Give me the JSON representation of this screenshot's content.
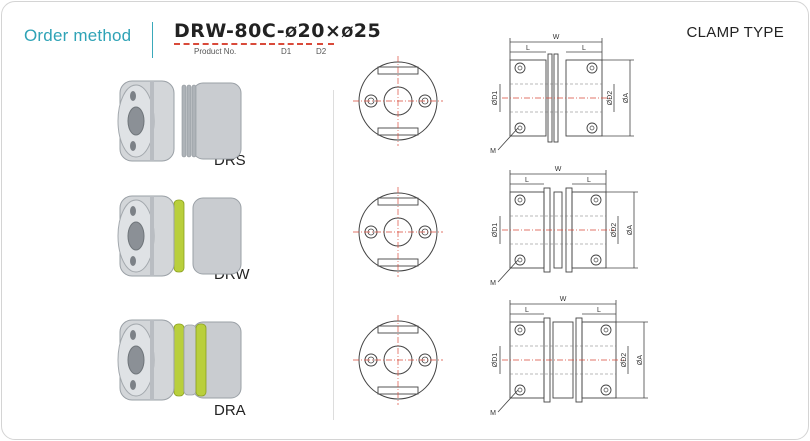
{
  "header": {
    "order_method": "Order method",
    "code_model": "DRW-80C-",
    "code_d1_sym": "Ø",
    "code_d1": "20",
    "code_x": "×",
    "code_d2_sym": "Ø",
    "code_d2": "25",
    "caption_product": "Product No.",
    "caption_d1": "D1",
    "caption_d2": "D2",
    "type_title": "CLAMP TYPE"
  },
  "models": [
    {
      "name": "DRS"
    },
    {
      "name": "DRW"
    },
    {
      "name": "DRA"
    }
  ],
  "drawing_labels": {
    "w": "W",
    "l": "L",
    "od1": "ØD1",
    "od2": "ØD2",
    "oa": "ØA",
    "m": "M"
  },
  "colors": {
    "accent": "#2fa3b6",
    "dash_red": "#d94a3a",
    "disc_green": "#b9cf3c",
    "metal": "#c9ccd0"
  }
}
